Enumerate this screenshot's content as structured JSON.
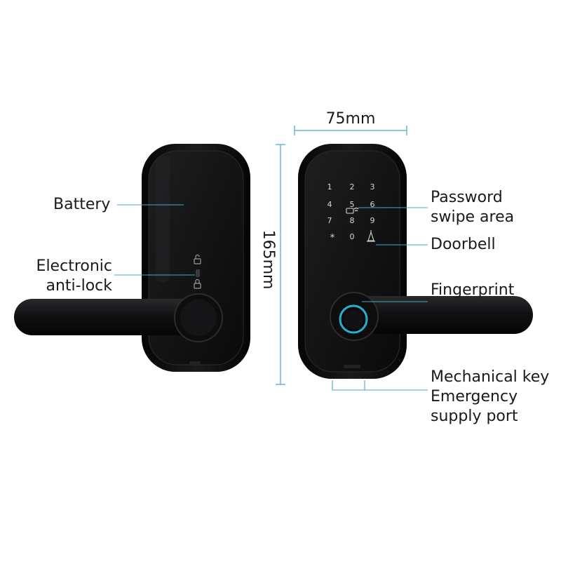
{
  "labels": {
    "battery": "Battery",
    "electronic_antilock_line1": "Electronic",
    "electronic_antilock_line2": "anti-lock",
    "password_swipe_line1": "Password",
    "password_swipe_line2": "swipe area",
    "doorbell": "Doorbell",
    "fingerprint": "Fingerprint",
    "mech_key_line1": "Mechanical key",
    "mech_key_line2": "Emergency",
    "mech_key_line3": "supply port"
  },
  "dimensions": {
    "width": "75mm",
    "height": "165mm"
  },
  "keypad": {
    "row1": [
      "1",
      "2",
      "3"
    ],
    "row2": [
      "4",
      "5",
      "6"
    ],
    "row3": [
      "7",
      "8",
      "9"
    ],
    "row4": [
      "*",
      "0"
    ]
  },
  "colors": {
    "leader_line": "#4aa3c8",
    "body": "#0f0f10",
    "fingerprint_ring": "#1fb3cf"
  }
}
